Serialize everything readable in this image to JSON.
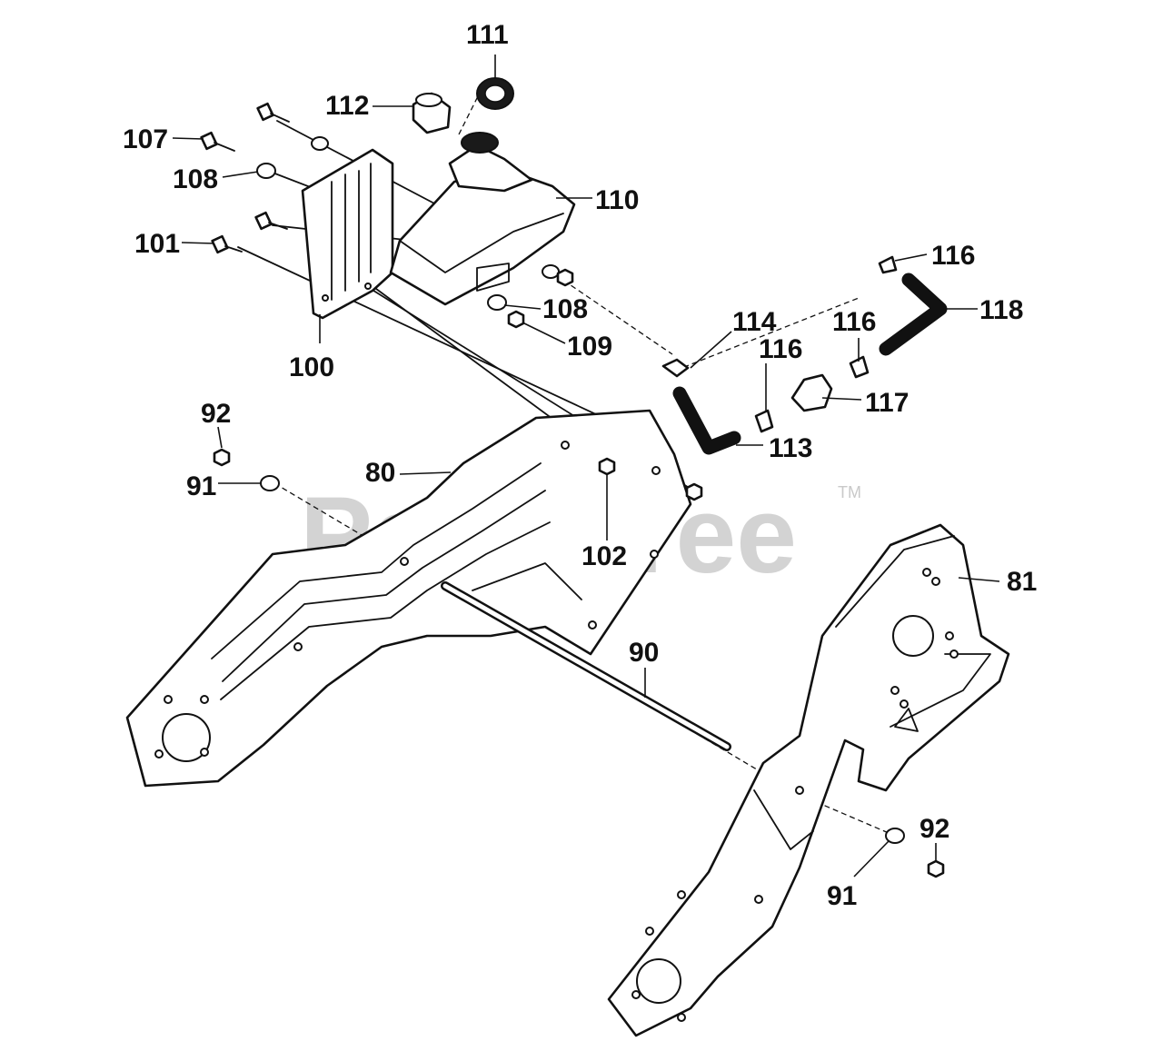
{
  "watermark": {
    "text": "PartsTree",
    "trademark": "TM"
  },
  "parts": [
    {
      "id": "p80",
      "label": "80"
    },
    {
      "id": "p81",
      "label": "81"
    },
    {
      "id": "p90",
      "label": "90"
    },
    {
      "id": "p91a",
      "label": "91"
    },
    {
      "id": "p91b",
      "label": "91"
    },
    {
      "id": "p92a",
      "label": "92"
    },
    {
      "id": "p92b",
      "label": "92"
    },
    {
      "id": "p100",
      "label": "100"
    },
    {
      "id": "p101",
      "label": "101"
    },
    {
      "id": "p102",
      "label": "102"
    },
    {
      "id": "p107",
      "label": "107"
    },
    {
      "id": "p108a",
      "label": "108"
    },
    {
      "id": "p108b",
      "label": "108"
    },
    {
      "id": "p109",
      "label": "109"
    },
    {
      "id": "p110",
      "label": "110"
    },
    {
      "id": "p111",
      "label": "111"
    },
    {
      "id": "p112",
      "label": "112"
    },
    {
      "id": "p113",
      "label": "113"
    },
    {
      "id": "p114",
      "label": "114"
    },
    {
      "id": "p116a",
      "label": "116"
    },
    {
      "id": "p116b",
      "label": "116"
    },
    {
      "id": "p116c",
      "label": "116"
    },
    {
      "id": "p117",
      "label": "117"
    },
    {
      "id": "p118",
      "label": "118"
    }
  ]
}
